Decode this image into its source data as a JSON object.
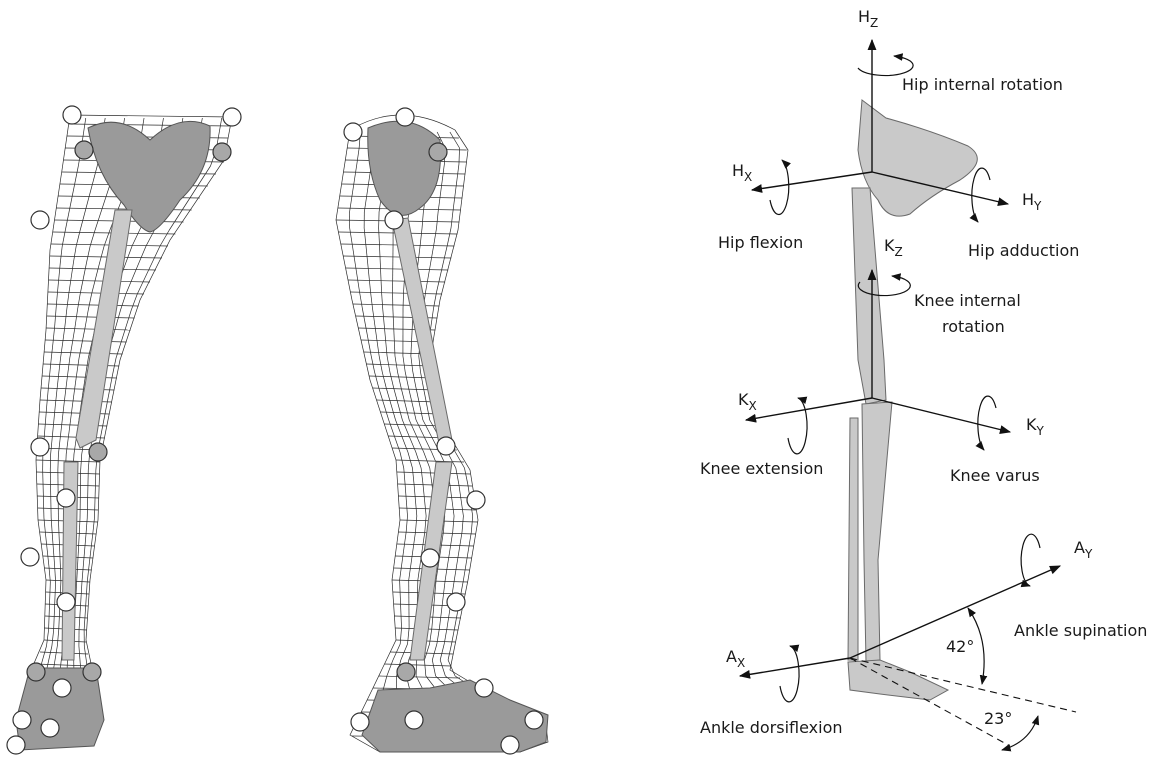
{
  "hip": {
    "z_symbol": "H",
    "z_sub": "Z",
    "x_symbol": "H",
    "x_sub": "X",
    "y_symbol": "H",
    "y_sub": "Y",
    "internal_rotation": "Hip internal rotation",
    "flexion": "Hip flexion",
    "adduction": "Hip adduction"
  },
  "knee": {
    "z_symbol": "K",
    "z_sub": "Z",
    "x_symbol": "K",
    "x_sub": "X",
    "y_symbol": "K",
    "y_sub": "Y",
    "internal_rotation_line1": "Knee internal",
    "internal_rotation_line2": "rotation",
    "extension": "Knee extension",
    "varus": "Knee varus"
  },
  "ankle": {
    "y_symbol": "A",
    "y_sub": "Y",
    "x_symbol": "A",
    "x_sub": "X",
    "supination": "Ankle supination",
    "dorsiflexion": "Ankle dorsiflexion",
    "angle_upper": "42°",
    "angle_lower": "23°"
  },
  "colors": {
    "ink": "#1a1a1a",
    "bone": "#9a9a9a",
    "marker_fill": "#ffffff",
    "marker_gray": "#a8a8a8"
  }
}
